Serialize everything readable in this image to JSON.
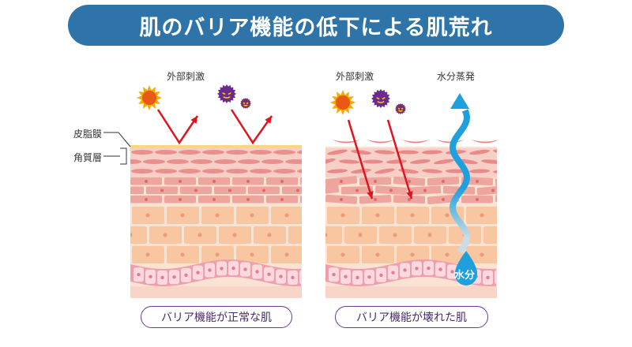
{
  "title": "肌のバリア機能の低下による肌荒れ",
  "labels": {
    "sebum": "皮脂膜",
    "stratum_corneum": "角質層",
    "external_stimuli_left": "外部刺激",
    "external_stimuli_right": "外部刺激",
    "water_evaporation": "水分蒸発",
    "moisture": "水分"
  },
  "captions": {
    "normal": "バリア機能が正常な肌",
    "damaged": "バリア機能が壊れた肌"
  },
  "colors": {
    "title_bg": "#2f74a8",
    "arrow": "#e0141e",
    "water": "#1ea0dc",
    "virus": "#6b2a8c",
    "sun": "#f5a800"
  }
}
